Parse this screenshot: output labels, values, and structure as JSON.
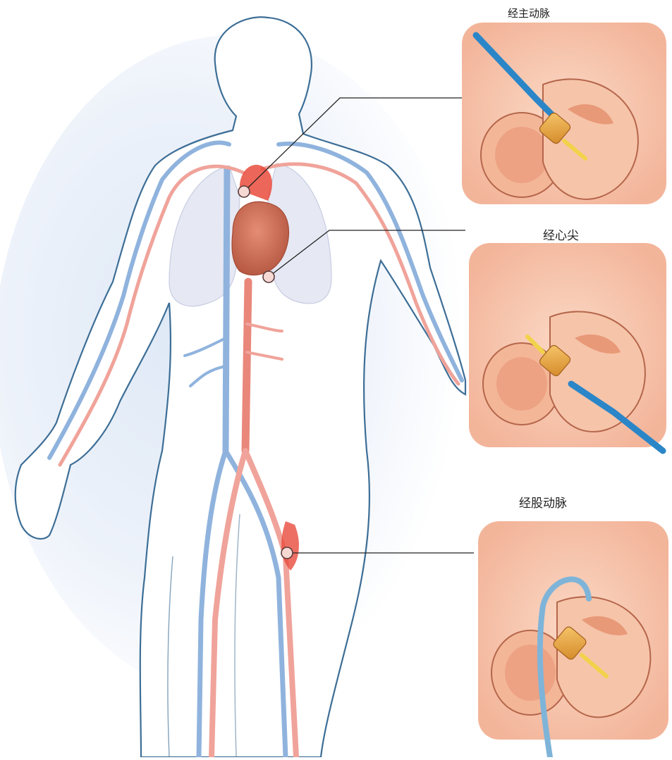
{
  "labels": {
    "transaortic": "经主动脉",
    "transapical": "经心尖",
    "transfemoral": "经股动脉"
  },
  "colors": {
    "artery": "#e94b3c",
    "vein": "#8fb3dd",
    "body_outline": "#3d6e96",
    "heart": "#c9614a",
    "lung": "#e6e8f3",
    "catheter": "#2b86c8",
    "valve_stent": "#e9a13c"
  },
  "icons": {
    "access_marker": "circle-marker-icon"
  }
}
